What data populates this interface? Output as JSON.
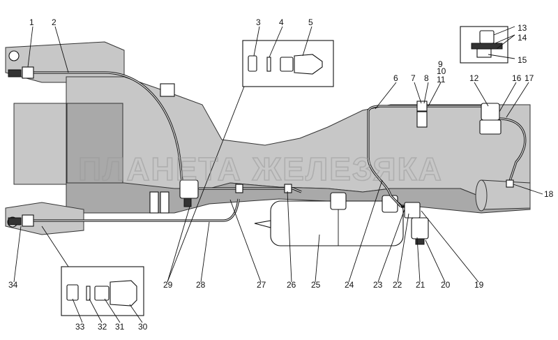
{
  "watermark": "ПЛАНЕТА ЖЕЛЕЗЯКА",
  "callouts": {
    "n1": "1",
    "n2": "2",
    "n3": "3",
    "n4": "4",
    "n5": "5",
    "n6": "6",
    "n7": "7",
    "n8": "8",
    "n9": "9",
    "n10": "10",
    "n11": "11",
    "n12": "12",
    "n13": "13",
    "n14": "14",
    "n15": "15",
    "n16": "16",
    "n17": "17",
    "n18": "18",
    "n19": "19",
    "n20": "20",
    "n21": "21",
    "n22": "22",
    "n23": "23",
    "n24": "24",
    "n25": "25",
    "n26": "26",
    "n27": "27",
    "n28": "28",
    "n29": "29",
    "n30": "30",
    "n31": "31",
    "n32": "32",
    "n33": "33",
    "n34": "34"
  }
}
